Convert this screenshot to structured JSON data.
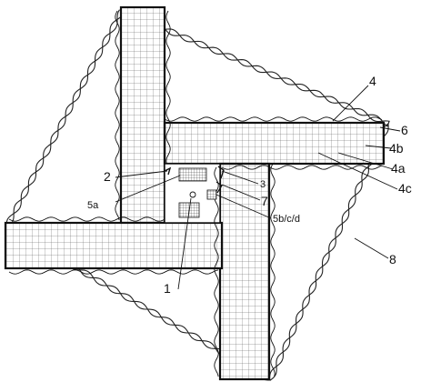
{
  "figure": {
    "labels": {
      "l1": "1",
      "l2": "2",
      "l3": "3",
      "l4": "4",
      "l4a": "4a",
      "l4b": "4b",
      "l4c": "4c",
      "l5a": "5a",
      "l5bcd": "5b/c/d",
      "l6": "6",
      "l7": "7",
      "l8": "8"
    }
  }
}
